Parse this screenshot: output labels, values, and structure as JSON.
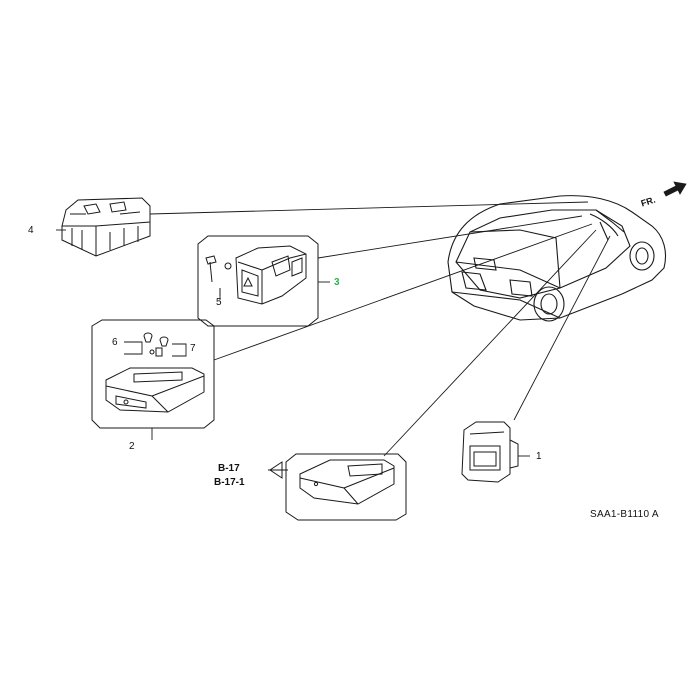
{
  "callouts": {
    "part_1": "1",
    "part_2": "2",
    "part_3": "3",
    "part_4": "4",
    "part_5": "5",
    "part_6": "6",
    "part_7": "7"
  },
  "references": {
    "ref_1": "B-17",
    "ref_2": "B-17-1"
  },
  "direction_label": "FR.",
  "diagram_code": "SAA1-B1110 A",
  "colors": {
    "line": "#1a1a1a",
    "highlight_callout": "#2bb24c"
  }
}
